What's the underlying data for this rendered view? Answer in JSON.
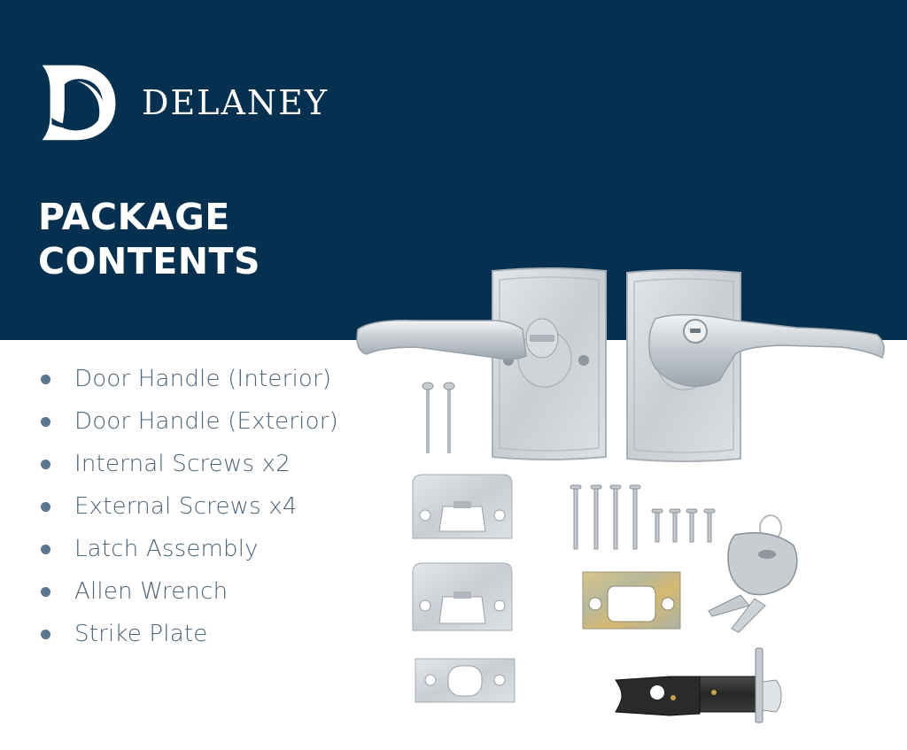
{
  "brand": {
    "logo_letter": "D",
    "name": "DELANEY"
  },
  "heading": {
    "line1": "PACKAGE",
    "line2": "CONTENTS"
  },
  "contents": {
    "items": [
      {
        "label": "Door Handle (Interior)"
      },
      {
        "label": "Door Handle (Exterior)"
      },
      {
        "label": "Internal Screws x2"
      },
      {
        "label": "External Screws x4"
      },
      {
        "label": "Latch Assembly"
      },
      {
        "label": "Allen Wrench"
      },
      {
        "label": "Strike Plate"
      }
    ]
  },
  "product_image": {
    "pieces": [
      "interior-lever-handle",
      "exterior-keyed-lever-handle",
      "internal-screws",
      "wood-screws",
      "strike-plates",
      "zinc-reinforcer-plate",
      "keys",
      "latch-faceplate",
      "latch-assembly"
    ]
  },
  "colors": {
    "navy": "#06304f",
    "white": "#ffffff",
    "list_text": "#4e6478",
    "bullet": "#5a7690"
  }
}
